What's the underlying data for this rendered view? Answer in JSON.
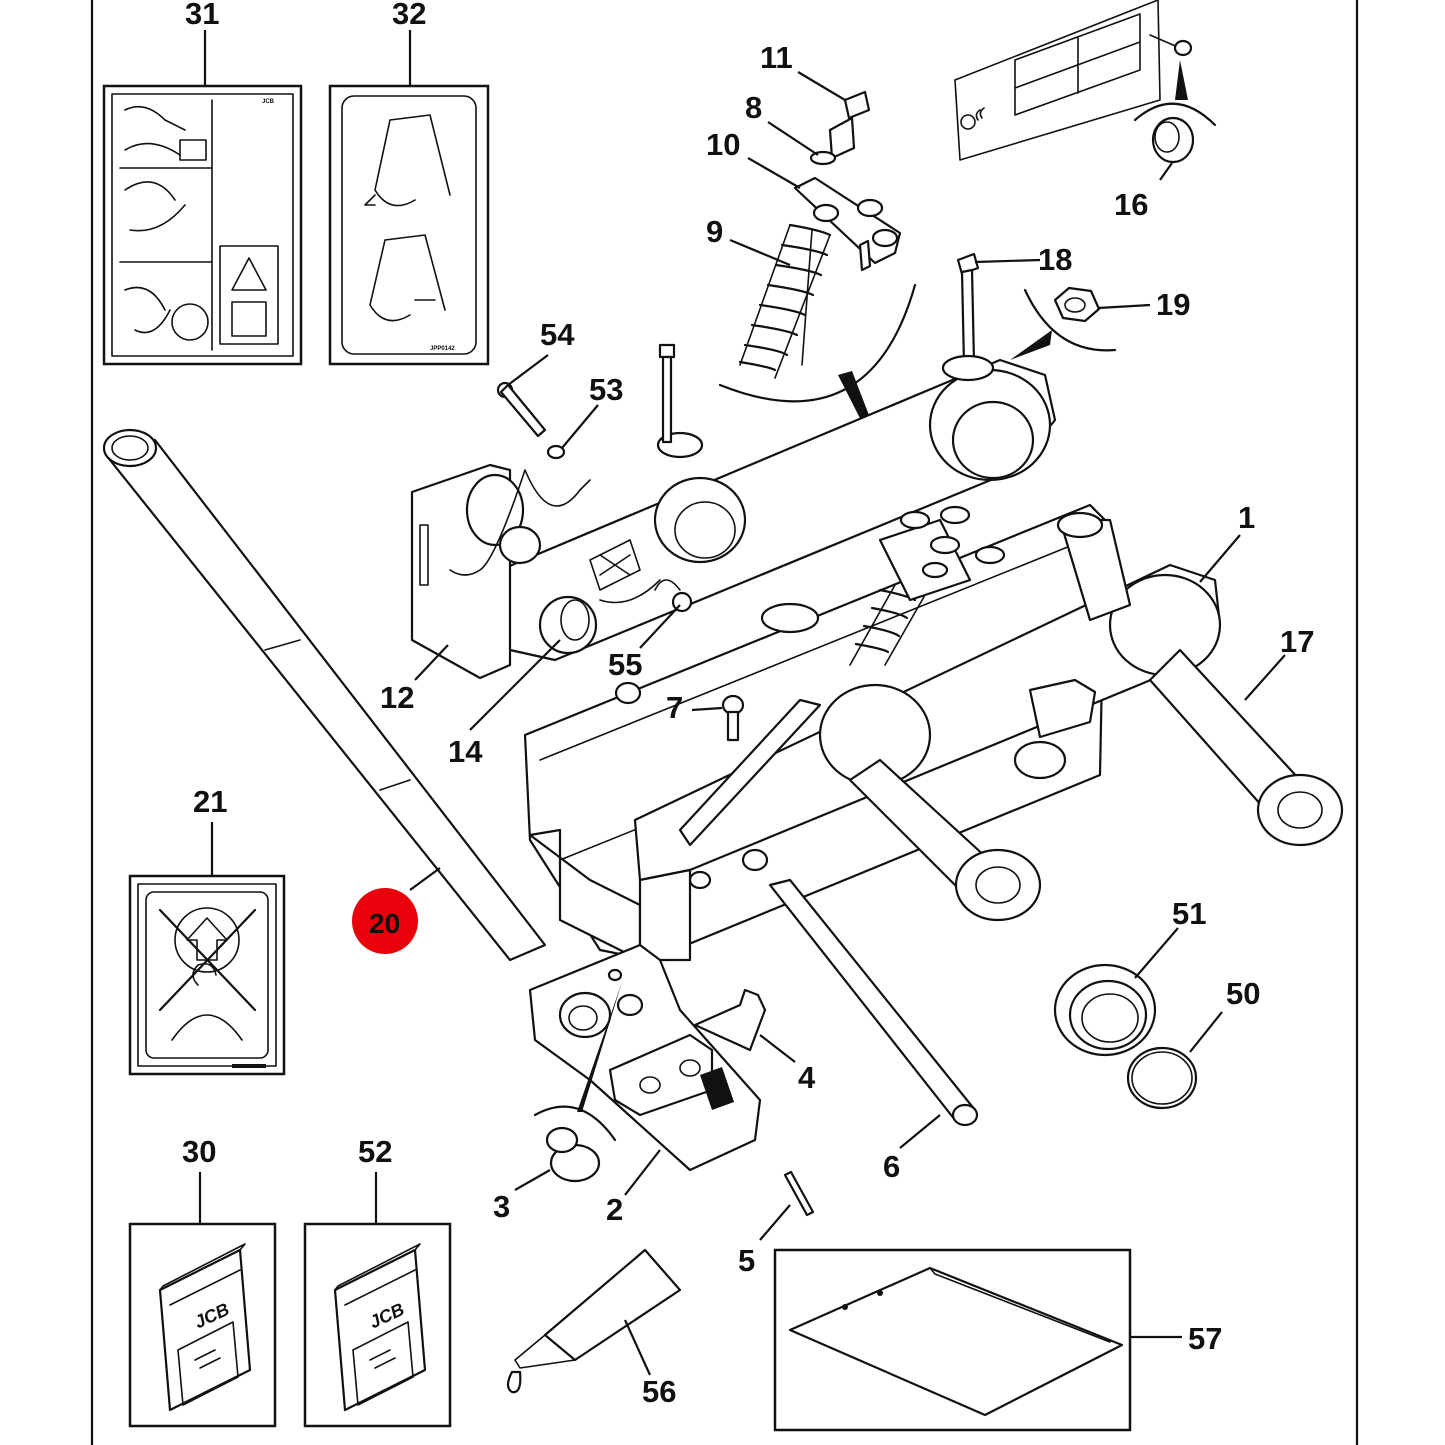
{
  "callouts": {
    "c1": "1",
    "c2": "2",
    "c3": "3",
    "c4": "4",
    "c5": "5",
    "c6": "6",
    "c7": "7",
    "c8": "8",
    "c9": "9",
    "c10": "10",
    "c11": "11",
    "c12": "12",
    "c14": "14",
    "c16": "16",
    "c17": "17",
    "c18": "18",
    "c19": "19",
    "c20": "20",
    "c21": "21",
    "c30": "30",
    "c31": "31",
    "c32": "32",
    "c50": "50",
    "c51": "51",
    "c52": "52",
    "c53": "53",
    "c54": "54",
    "c55": "55",
    "c56": "56",
    "c57": "57"
  },
  "decal_codes": {
    "decal_31": "JCB",
    "decal_32": "JPP0142"
  },
  "manual_brand": {
    "manual_30": "JCB",
    "manual_52": "JCB"
  },
  "colors": {
    "highlight_marker": "#e8000b",
    "ink": "#111111",
    "paper": "#ffffff"
  }
}
